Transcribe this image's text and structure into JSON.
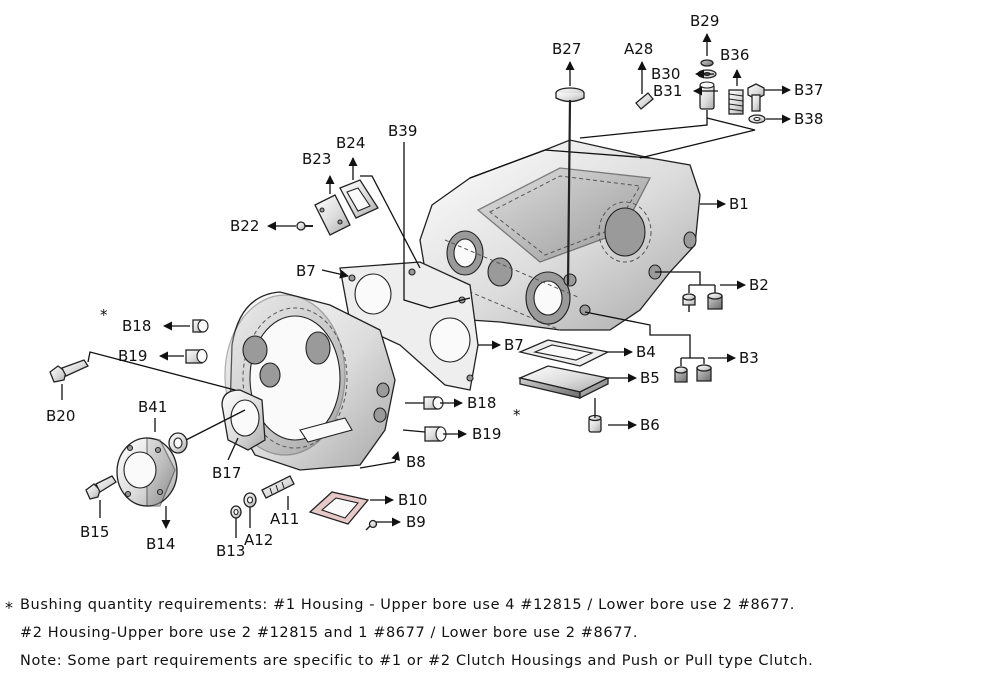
{
  "diagram": {
    "labels": {
      "B29": "B29",
      "B27": "B27",
      "A28": "A28",
      "B36": "B36",
      "B30": "B30",
      "B31": "B31",
      "B37": "B37",
      "B38": "B38",
      "B1": "B1",
      "B2": "B2",
      "B3": "B3",
      "B4": "B4",
      "B5": "B5",
      "B6": "B6",
      "B39": "B39",
      "B24": "B24",
      "B23": "B23",
      "B22": "B22",
      "B7a": "B7",
      "B7b": "B7",
      "B18a": "B18",
      "B19a": "B19",
      "B20": "B20",
      "B41": "B41",
      "B18b": "B18",
      "B19b": "B19",
      "B8": "B8",
      "B17": "B17",
      "B15": "B15",
      "B14": "B14",
      "B13": "B13",
      "A12": "A12",
      "A11": "A11",
      "B10": "B10",
      "B9": "B9"
    },
    "asterisks": [
      "*",
      "*"
    ]
  },
  "notes": {
    "line1_marker": "*",
    "line1": "Bushing quantity requirements: #1 Housing - Upper bore use 4 #12815 / Lower bore use 2 #8677.",
    "line2": "#2 Housing-Upper bore use 2 #12815 and 1 #8677 / Lower bore use 2 #8677.",
    "line3": "Note: Some part requirements are specific to #1 or #2 Clutch Housings and Push or Pull type Clutch."
  }
}
